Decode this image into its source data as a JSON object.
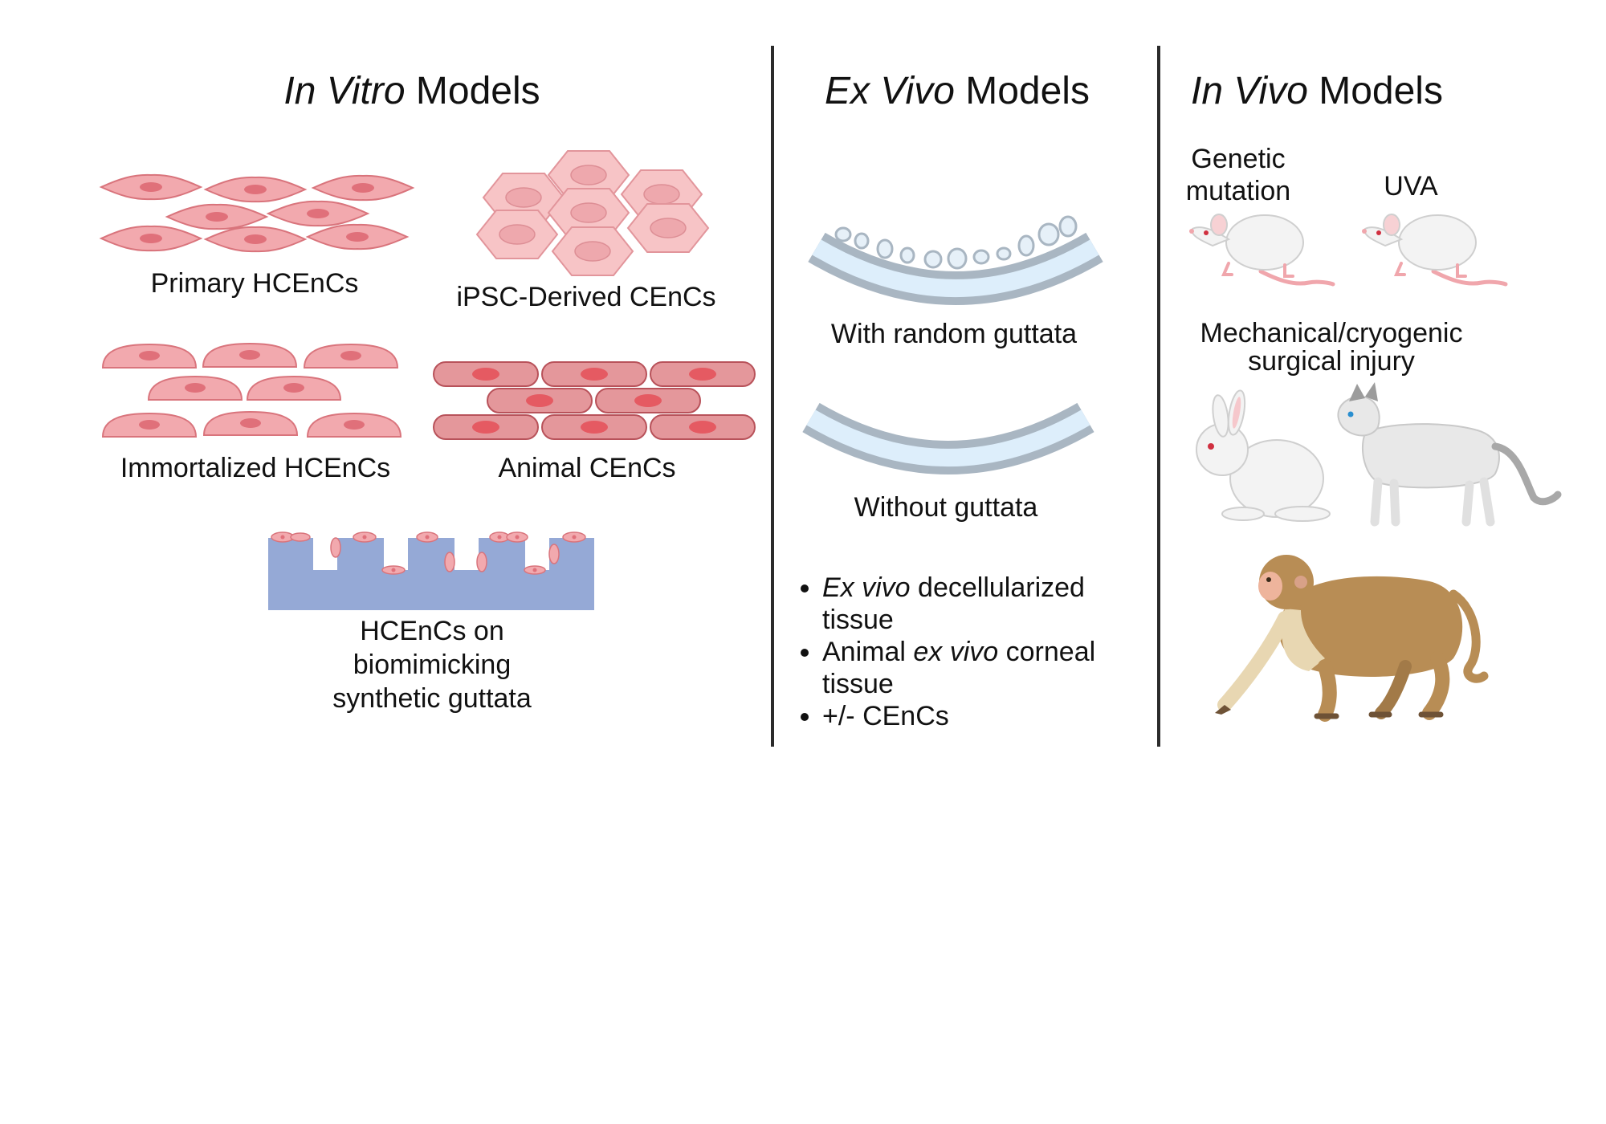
{
  "columns": {
    "in_vitro": {
      "title_italic": "In Vitro",
      "title_rest": " Models",
      "items": [
        {
          "label": "Primary HCEnCs"
        },
        {
          "label": "iPSC-Derived CEnCs"
        },
        {
          "label": "Immortalized HCEnCs"
        },
        {
          "label": "Animal CEnCs"
        },
        {
          "label_lines": [
            "HCEnCs on",
            "biomimicking",
            "synthetic guttata"
          ]
        }
      ]
    },
    "ex_vivo": {
      "title_italic": "Ex Vivo",
      "title_rest": " Models",
      "items": [
        {
          "label": "With random guttata"
        },
        {
          "label": "Without guttata"
        }
      ],
      "bullets": [
        {
          "italic": "Ex vivo",
          "rest": " decellularized tissue"
        },
        {
          "pre": "Animal ",
          "italic": "ex vivo",
          "rest": " corneal tissue"
        },
        {
          "pre": "+/- CEnCs"
        }
      ]
    },
    "in_vivo": {
      "title_italic": "In Vivo",
      "title_rest": " Models",
      "labels": {
        "genetic_lines": [
          "Genetic",
          "mutation"
        ],
        "uva": "UVA",
        "injury_lines": [
          "Mechanical/cryogenic",
          "surgical injury"
        ]
      }
    }
  },
  "colors": {
    "divider": "#2b2b2b",
    "cell_fill": "#f2a9ae",
    "cell_nucleus": "#e0707a",
    "ipsc_fill": "#f7c4c6",
    "animal_cell_fill": "#e4979b",
    "animal_nucleus": "#e55a62",
    "substrate": "#95a9d6",
    "cornea_outer": "#a9b6c2",
    "cornea_inner": "#ddeefb",
    "monkey": "#b88d55",
    "monkey_light": "#e8d7b2"
  }
}
